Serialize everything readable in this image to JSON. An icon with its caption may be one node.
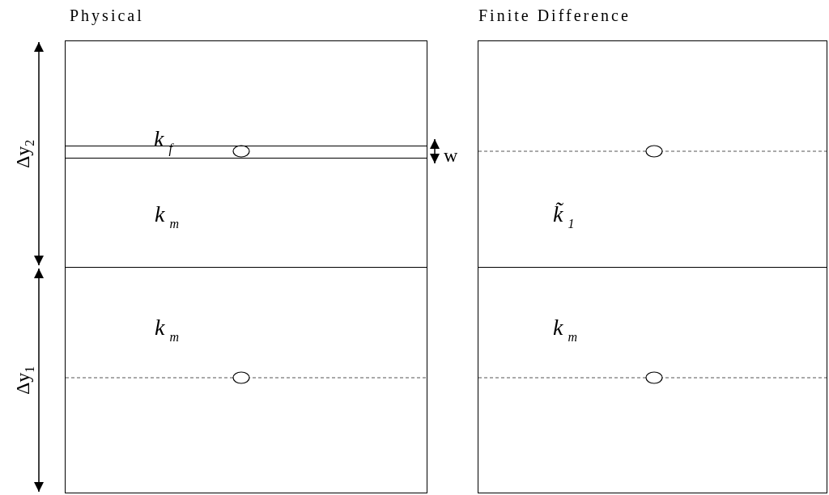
{
  "diagram": {
    "nodes": [
      {
        "text": [
          "Physical"
        ]
      },
      {
        "text": [
          "k$_{m}$"
        ],
        "in": 0
      },
      {
        "text": [
          "k$_{f}$"
        ],
        "in": 1
      },
      {
        "text": [
          "k$_{m}$"
        ],
        "in": 0
      },
      {
        "text": [
          "Finite Difference"
        ]
      },
      {
        "text": [
          "k̃$_{1}$"
        ],
        "in": 4
      },
      {
        "text": [
          "k$_{m}$"
        ],
        "in": 4
      }
    ],
    "edges": [],
    "labels": [
      "Δy$_{2}$",
      "w",
      "Δy$_{1}$"
    ]
  }
}
